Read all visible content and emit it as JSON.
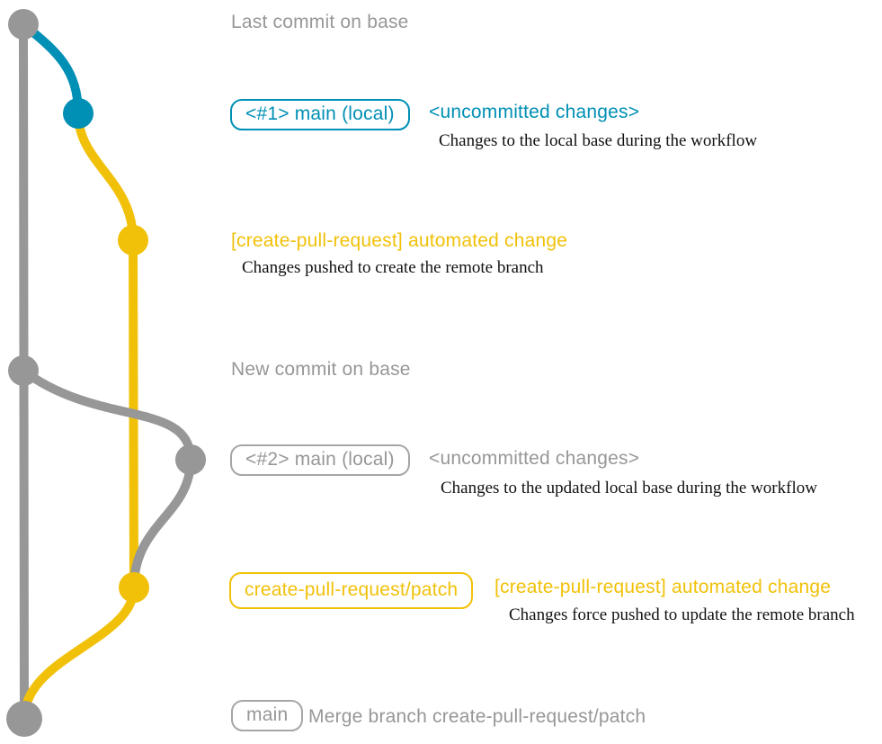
{
  "colors": {
    "gray": "#979797",
    "blue": "#008fb5",
    "yellow": "#f1c109",
    "note_black": "#111111"
  },
  "graph": {
    "branches": [
      {
        "name": "base (main)",
        "color_key": "gray"
      },
      {
        "name": "main (local)",
        "color_key": "blue"
      },
      {
        "name": "create-pull-request/patch",
        "color_key": "yellow"
      }
    ],
    "commits": [
      {
        "id": "base-1",
        "branch": "base",
        "label": "Last commit on base"
      },
      {
        "id": "local-1",
        "branch": "local",
        "label": "<#1> main (local) <uncommitted changes>"
      },
      {
        "id": "pr-1",
        "branch": "patch",
        "label": "[create-pull-request] automated change"
      },
      {
        "id": "base-2",
        "branch": "base",
        "label": "New commit on base"
      },
      {
        "id": "local-2",
        "branch": "local",
        "label": "<#2> main (local) <uncommitted changes>"
      },
      {
        "id": "pr-2",
        "branch": "patch",
        "label": "create-pull-request/patch [create-pull-request] automated change"
      },
      {
        "id": "merge",
        "branch": "base",
        "label": "Merge branch create-pull-request/patch"
      }
    ]
  },
  "annotations": {
    "last_commit": {
      "label": "Last commit on base"
    },
    "uncommitted_1": {
      "badge": "<#1> main (local)",
      "label": "<uncommitted changes>",
      "note": "Changes to the local base during the workflow"
    },
    "automated_1": {
      "label": "[create-pull-request] automated change",
      "note": "Changes pushed to create the remote branch"
    },
    "new_commit": {
      "label": "New commit on base"
    },
    "uncommitted_2": {
      "badge": "<#2> main (local)",
      "label": "<uncommitted changes>",
      "note": "Changes to the updated local base during the workflow"
    },
    "automated_2": {
      "badge": "create-pull-request/patch",
      "label": "[create-pull-request] automated change",
      "note": "Changes force pushed to update the remote branch"
    },
    "merge": {
      "badge": "main",
      "label": "Merge branch create-pull-request/patch"
    }
  }
}
